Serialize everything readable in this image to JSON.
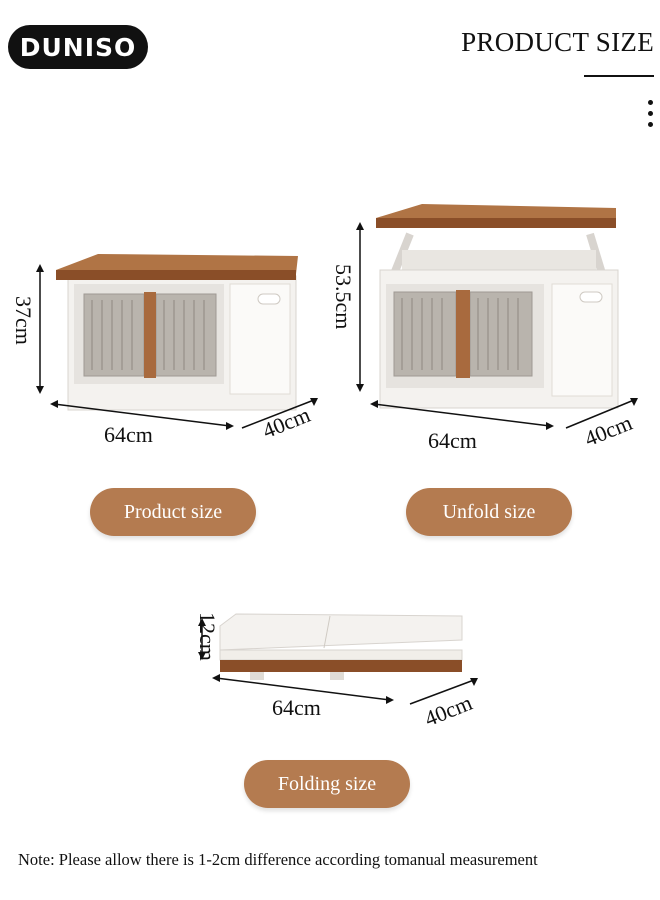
{
  "header": {
    "brand_logo": "DUNISO",
    "title": "PRODUCT SIZE",
    "more_icon": "kebab-menu-icon"
  },
  "colors": {
    "brand": "#111111",
    "pill": "#b47b50",
    "wood": "#8a4e28",
    "box": "#f4f2ef"
  },
  "views": {
    "product": {
      "button_label": "Product size",
      "height_label": "37cm",
      "width_label": "64cm",
      "depth_label": "40cm"
    },
    "unfold": {
      "button_label": "Unfold size",
      "height_label": "53.5cm",
      "width_label": "64cm",
      "depth_label": "40cm"
    },
    "folding": {
      "button_label": "Folding size",
      "height_label": "12cm",
      "width_label": "64cm",
      "depth_label": "40cm"
    }
  },
  "note": "Note: Please allow there is 1-2cm difference according tomanual measurement"
}
